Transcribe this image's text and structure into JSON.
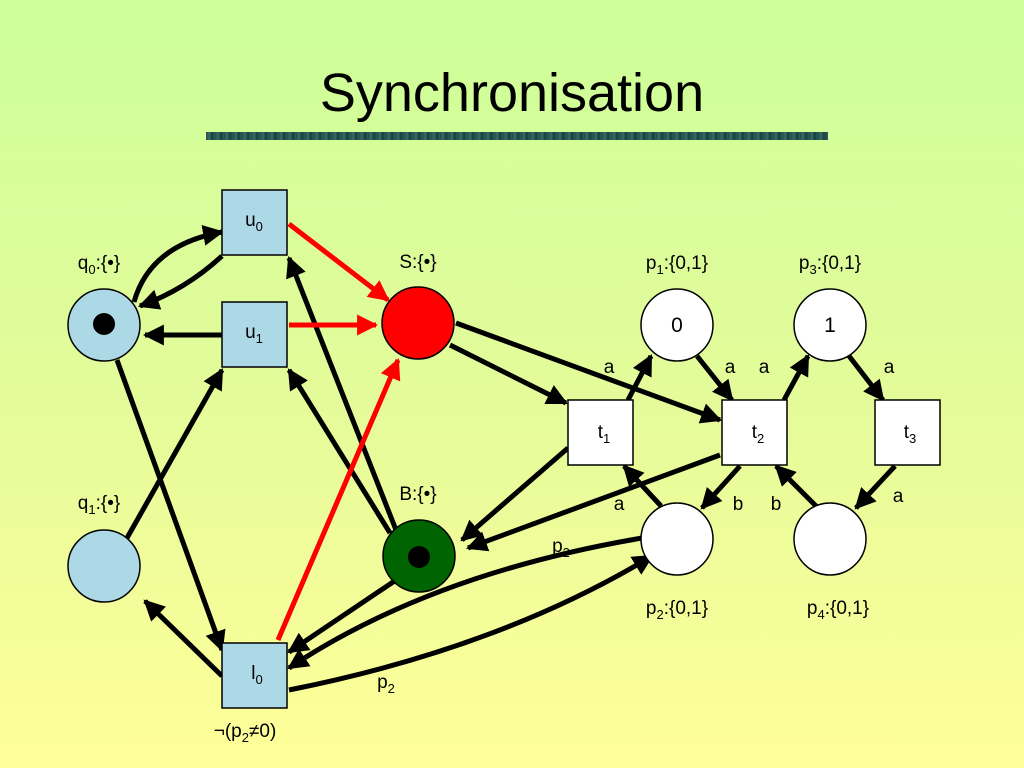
{
  "title": "Synchronisation",
  "colors": {
    "place_blue": "#add8e6",
    "red": "#ff0000",
    "green": "#006400",
    "arc": "#000000"
  },
  "places": {
    "q0": {
      "base": "q",
      "sub": "0",
      "tail": ":{•}"
    },
    "q1": {
      "base": "q",
      "sub": "1",
      "tail": ":{•}"
    },
    "S": {
      "text": "S:{•}"
    },
    "B": {
      "text": "B:{•}"
    },
    "p1": {
      "base": "p",
      "sub": "1",
      "tail": ":{0,1}",
      "value": "0"
    },
    "p3": {
      "base": "p",
      "sub": "3",
      "tail": ":{0,1}",
      "value": "1"
    },
    "p2": {
      "base": "p",
      "sub": "2",
      "tail": ":{0,1}"
    },
    "p4": {
      "base": "p",
      "sub": "4",
      "tail": ":{0,1}"
    }
  },
  "transitions": {
    "u0": {
      "base": "u",
      "sub": "0"
    },
    "u1": {
      "base": "u",
      "sub": "1"
    },
    "l0": {
      "base": "l",
      "sub": "0"
    },
    "t1": {
      "base": "t",
      "sub": "1"
    },
    "t2": {
      "base": "t",
      "sub": "2"
    },
    "t3": {
      "base": "t",
      "sub": "3"
    }
  },
  "guard": {
    "pre": "¬(p",
    "sub": "2",
    "post": "≠0)"
  },
  "arc_labels": {
    "a": "a",
    "b": "b",
    "p2": {
      "base": "p",
      "sub": "2"
    }
  }
}
